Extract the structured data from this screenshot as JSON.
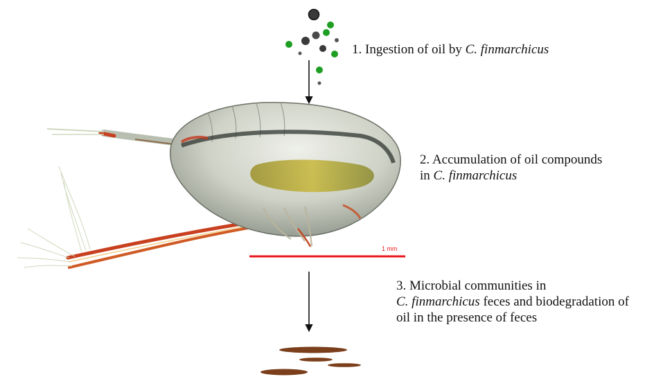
{
  "scale_bar": {
    "label": "1 mm",
    "color": "#e8151b"
  },
  "steps": [
    {
      "lines": [
        [
          {
            "text": "1. Ingestion of oil by ",
            "italic": false
          },
          {
            "text": "C. finmarchicus",
            "italic": true
          }
        ]
      ]
    },
    {
      "lines": [
        [
          {
            "text": "2. Accumulation of oil compounds",
            "italic": false
          }
        ],
        [
          {
            "text": "in ",
            "italic": false
          },
          {
            "text": "C. finmarchicus",
            "italic": true
          }
        ]
      ]
    },
    {
      "lines": [
        [
          {
            "text": "3. Microbial communities in",
            "italic": false
          }
        ],
        [
          {
            "text": "C. finmarchicus",
            "italic": true
          },
          {
            "text": " feces and biodegradation of",
            "italic": false
          }
        ],
        [
          {
            "text": "oil in the presence of feces",
            "italic": false
          }
        ]
      ]
    }
  ],
  "colors": {
    "oil_droplet": "#3a3a3a",
    "algae_cell": "#1e9e23",
    "feces_pellet": "#7b3f1c",
    "arrow": "#111111"
  },
  "icons": {
    "droplets": "oil-and-algae-particles",
    "organism": "copepod-calanus-finmarchicus",
    "feces": "fecal-pellets"
  }
}
